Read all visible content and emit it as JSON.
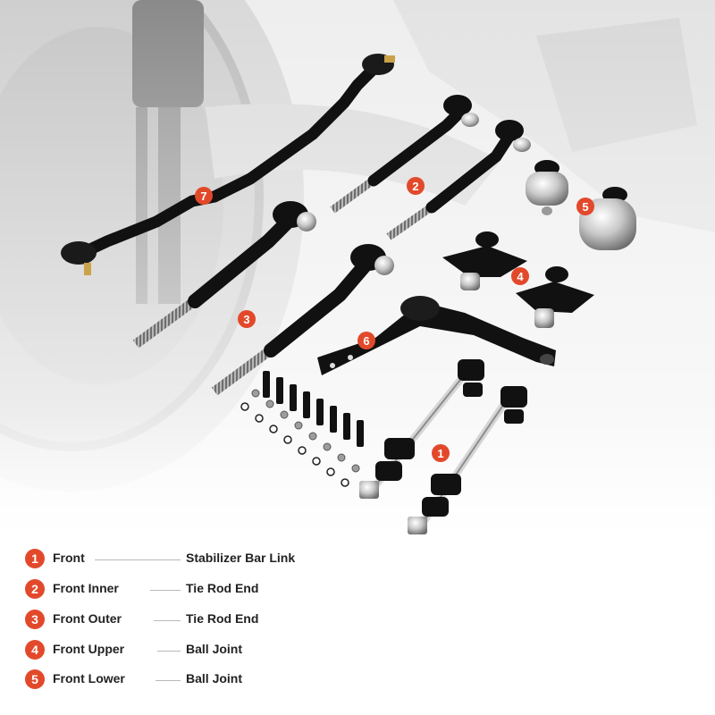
{
  "photo": {
    "callouts": [
      "7",
      "2",
      "5",
      "4",
      "3",
      "6",
      "1"
    ]
  },
  "legend": {
    "items": [
      {
        "num": "1",
        "position": "Front",
        "part": "Stabilizer Bar Link"
      },
      {
        "num": "2",
        "position": "Front Inner",
        "part": "Tie Rod End"
      },
      {
        "num": "3",
        "position": "Front Outer",
        "part": "Tie Rod End"
      },
      {
        "num": "4",
        "position": "Front Upper",
        "part": "Ball Joint"
      },
      {
        "num": "5",
        "position": "Front Lower",
        "part": "Ball Joint"
      }
    ]
  },
  "colors": {
    "accent": "#e2492b",
    "parts": "#111111"
  }
}
